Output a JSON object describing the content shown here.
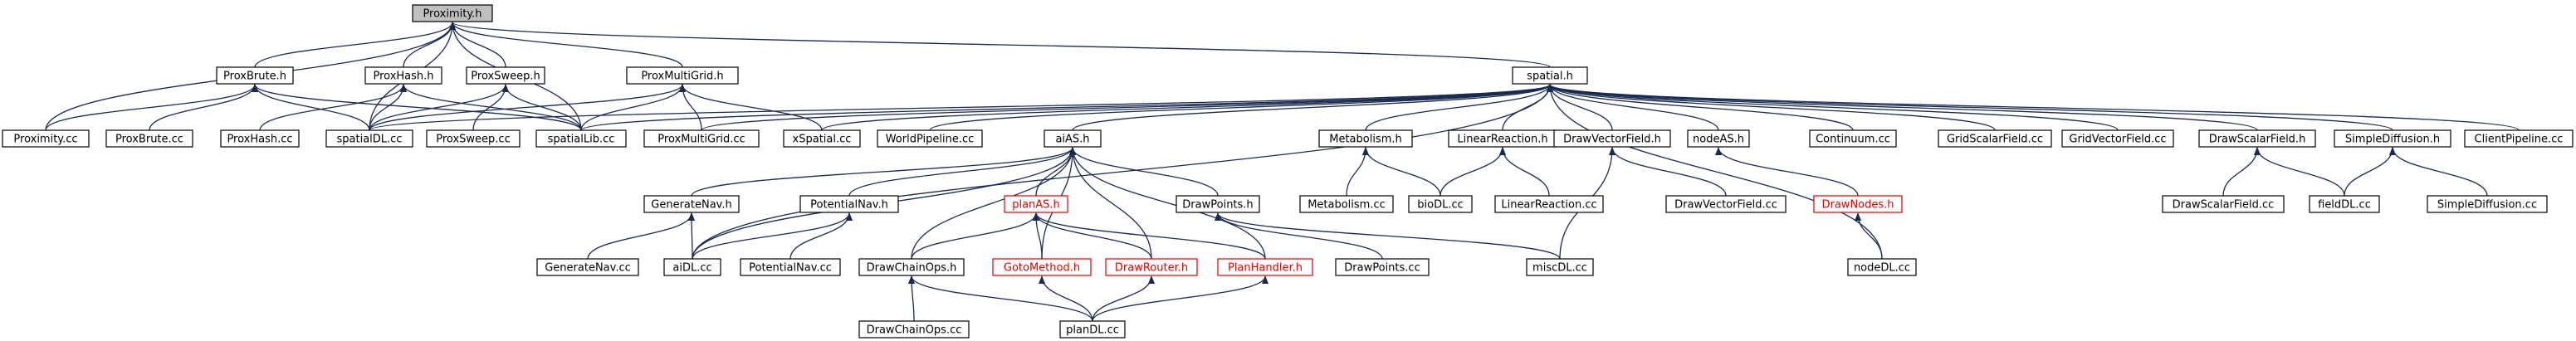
{
  "colors": {
    "edge": "#1a2a4f",
    "node_border": "#000000",
    "current_fill": "#bfbfbf",
    "incomplete_border": "#e00000"
  },
  "nodes": {
    "proximity_h": "Proximity.h",
    "proxbrute_h": "ProxBrute.h",
    "proxhash_h": "ProxHash.h",
    "proxsweep_h": "ProxSweep.h",
    "proxmultigrid_h": "ProxMultiGrid.h",
    "spatial_h": "spatial.h",
    "proximity_cc": "Proximity.cc",
    "proxbrute_cc": "ProxBrute.cc",
    "proxhash_cc": "ProxHash.cc",
    "spatialdl_cc": "spatialDL.cc",
    "proxsweep_cc": "ProxSweep.cc",
    "spatiallib_cc": "spatialLib.cc",
    "proxmultigrid_cc": "ProxMultiGrid.cc",
    "xspatial_cc": "xSpatial.cc",
    "worldpipeline_cc": "WorldPipeline.cc",
    "aias_h": "aiAS.h",
    "metabolism_h": "Metabolism.h",
    "linearreaction_h": "LinearReaction.h",
    "drawvectorfield_h": "DrawVectorField.h",
    "nodeas_h": "nodeAS.h",
    "continuum_cc": "Continuum.cc",
    "gridscalarfield_cc": "GridScalarField.cc",
    "gridvectorfield_cc": "GridVectorField.cc",
    "drawscalarfield_h": "DrawScalarField.h",
    "simplediffusion_h": "SimpleDiffusion.h",
    "clientpipeline_cc": "ClientPipeline.cc",
    "generatenav_h": "GenerateNav.h",
    "potentialnav_h": "PotentialNav.h",
    "planas_h": "planAS.h",
    "drawpoints_h": "DrawPoints.h",
    "metabolism_cc": "Metabolism.cc",
    "biodl_cc": "bioDL.cc",
    "linearreaction_cc": "LinearReaction.cc",
    "drawvectorfield_cc": "DrawVectorField.cc",
    "drawnodes_h": "DrawNodes.h",
    "drawscalarfield_cc": "DrawScalarField.cc",
    "fielddl_cc": "fieldDL.cc",
    "simplediffusion_cc": "SimpleDiffusion.cc",
    "generatenav_cc": "GenerateNav.cc",
    "aidl_cc": "aiDL.cc",
    "potentialnav_cc": "PotentialNav.cc",
    "drawchainops_h": "DrawChainOps.h",
    "gotomethod_h": "GotoMethod.h",
    "drawrouter_h": "DrawRouter.h",
    "planhandler_h": "PlanHandler.h",
    "drawpoints_cc": "DrawPoints.cc",
    "miscdl_cc": "miscDL.cc",
    "nodedl_cc": "nodeDL.cc",
    "drawchainops_cc": "DrawChainOps.cc",
    "plandl_cc": "planDL.cc"
  }
}
